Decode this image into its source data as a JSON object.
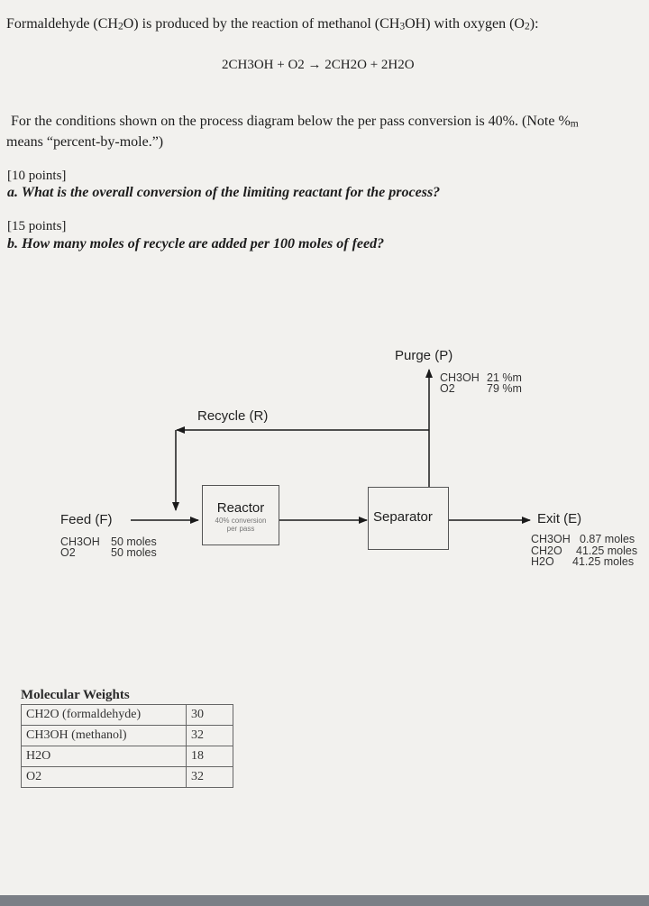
{
  "intro": {
    "pre": "Formaldehyde (CH",
    "s1": "2",
    "mid1": "O) is produced by the reaction of methanol (CH",
    "s2": "3",
    "mid2": "OH) with oxygen (O",
    "s3": "2",
    "post": "):"
  },
  "equation": "2CH3OH + O2 → 2CH2O + 2H2O",
  "conditions": {
    "line1": "For the conditions shown on the process diagram below the per pass conversion is 40%. (Note %",
    "line1_sub": "m",
    "line2": "means “percent-by-mole.”)"
  },
  "question_a": {
    "points": "[10 points]",
    "text": "a. What is the overall conversion of the limiting reactant for the process?"
  },
  "question_b": {
    "points": "[15 points]",
    "text": "b. How many moles of recycle are added per 100 moles of feed?"
  },
  "diagram": {
    "purge_label": "Purge (P)",
    "purge_rows": [
      {
        "species": "CH3OH",
        "value": "21 %m"
      },
      {
        "species": "O2",
        "value": "79 %m"
      }
    ],
    "recycle_label": "Recycle (R)",
    "reactor_label": "Reactor",
    "reactor_note1": "40% conversion",
    "reactor_note2": "per pass",
    "separator_label": "Separator",
    "feed_label": "Feed (F)",
    "feed_rows": [
      {
        "species": "CH3OH",
        "value": "50 moles"
      },
      {
        "species": "O2",
        "value": "50 moles"
      }
    ],
    "exit_label": "Exit (E)",
    "exit_rows": [
      {
        "species": "CH3OH",
        "value": "0.87 moles"
      },
      {
        "species": "CH2O",
        "value": "41.25 moles"
      },
      {
        "species": "H2O",
        "value": "41.25 moles"
      }
    ]
  },
  "molecular_weights": {
    "title": "Molecular Weights",
    "rows": [
      {
        "name": "CH2O (formaldehyde)",
        "mw": "30"
      },
      {
        "name": "CH3OH (methanol)",
        "mw": "32"
      },
      {
        "name": "H2O",
        "mw": "18"
      },
      {
        "name": "O2",
        "mw": "32"
      }
    ]
  }
}
